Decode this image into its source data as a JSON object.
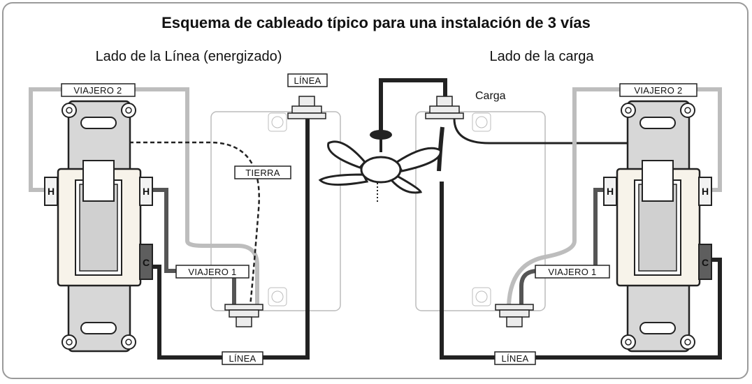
{
  "title": "Esquema de cableado típico para una instalación de 3 vías",
  "left_heading": "Lado de la Línea (energizado)",
  "right_heading": "Lado de la carga",
  "labels": {
    "viajero2_left": "VIAJERO 2",
    "viajero2_right": "VIAJERO 2",
    "viajero1_left": "VIAJERO 1",
    "viajero1_right": "VIAJERO 1",
    "linea_top": "LÍNEA",
    "linea_bottom_left": "LÍNEA",
    "linea_bottom_right": "LÍNEA",
    "tierra": "TIERRA",
    "carga": "Carga"
  },
  "terminals": {
    "left_h1": "H",
    "left_h2": "H",
    "left_c": "C",
    "right_h1": "H",
    "right_h2": "H",
    "right_c": "C"
  },
  "colors": {
    "wire_black": "#222222",
    "wire_gray": "#bdbdbd",
    "wire_dark_gray": "#555555",
    "switch_body": "#d7d7d7",
    "frame": "#9a9a9a"
  }
}
